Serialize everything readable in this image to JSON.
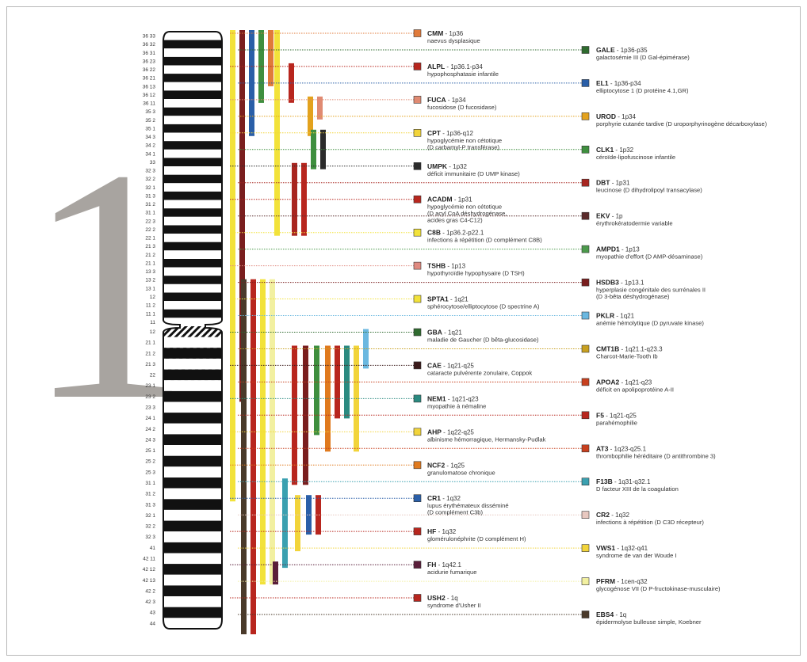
{
  "chromosome": {
    "number": "1",
    "bands": [
      {
        "label": "36 33",
        "type": "white"
      },
      {
        "label": "36 32",
        "type": "black"
      },
      {
        "label": "36 31",
        "type": "white"
      },
      {
        "label": "36 23",
        "type": "black"
      },
      {
        "label": "36 22",
        "type": "white"
      },
      {
        "label": "36 21",
        "type": "black"
      },
      {
        "label": "36 13",
        "type": "white"
      },
      {
        "label": "36 12",
        "type": "black"
      },
      {
        "label": "36 11",
        "type": "white"
      },
      {
        "label": "35 3",
        "type": "black"
      },
      {
        "label": "35 2",
        "type": "white"
      },
      {
        "label": "35 1",
        "type": "black"
      },
      {
        "label": "34 3",
        "type": "white"
      },
      {
        "label": "34 2",
        "type": "black"
      },
      {
        "label": "34 1",
        "type": "white"
      },
      {
        "label": "33",
        "type": "black"
      },
      {
        "label": "32 3",
        "type": "white"
      },
      {
        "label": "32 2",
        "type": "black"
      },
      {
        "label": "32 1",
        "type": "white"
      },
      {
        "label": "31 3",
        "type": "black"
      },
      {
        "label": "31 2",
        "type": "white"
      },
      {
        "label": "31 1",
        "type": "black"
      },
      {
        "label": "22 3",
        "type": "white"
      },
      {
        "label": "22 2",
        "type": "black"
      },
      {
        "label": "22 1",
        "type": "white"
      },
      {
        "label": "21 3",
        "type": "black"
      },
      {
        "label": "21 2",
        "type": "white"
      },
      {
        "label": "21 1",
        "type": "black"
      },
      {
        "label": "13 3",
        "type": "white"
      },
      {
        "label": "13 2",
        "type": "black"
      },
      {
        "label": "13 1",
        "type": "white"
      },
      {
        "label": "12",
        "type": "black"
      },
      {
        "label": "11 2",
        "type": "white"
      },
      {
        "label": "11 1",
        "type": "black"
      },
      {
        "label": "11",
        "type": "white"
      },
      {
        "label": "12",
        "type": "hatch"
      },
      {
        "label": "21 1",
        "type": "white"
      },
      {
        "label": "21 2",
        "type": "black"
      },
      {
        "label": "21 3",
        "type": "white"
      },
      {
        "label": "22",
        "type": "black"
      },
      {
        "label": "23 1",
        "type": "white"
      },
      {
        "label": "23 2",
        "type": "black"
      },
      {
        "label": "23 3",
        "type": "white"
      },
      {
        "label": "24 1",
        "type": "black"
      },
      {
        "label": "24 2",
        "type": "white"
      },
      {
        "label": "24 3",
        "type": "black"
      },
      {
        "label": "25 1",
        "type": "white"
      },
      {
        "label": "25 2",
        "type": "black"
      },
      {
        "label": "25 3",
        "type": "white"
      },
      {
        "label": "31 1",
        "type": "black"
      },
      {
        "label": "31 2",
        "type": "white"
      },
      {
        "label": "31 3",
        "type": "black"
      },
      {
        "label": "32 1",
        "type": "white"
      },
      {
        "label": "32 2",
        "type": "black"
      },
      {
        "label": "32 3",
        "type": "white"
      },
      {
        "label": "41",
        "type": "black"
      },
      {
        "label": "42 11",
        "type": "white"
      },
      {
        "label": "42 12",
        "type": "black"
      },
      {
        "label": "42 13",
        "type": "white"
      },
      {
        "label": "42 2",
        "type": "black"
      },
      {
        "label": "42 3",
        "type": "white"
      },
      {
        "label": "43",
        "type": "black"
      },
      {
        "label": "44",
        "type": "white"
      }
    ]
  },
  "genes": [
    {
      "name": "CMM",
      "locus": "1p36",
      "desc": [
        "naevus dysplasique"
      ],
      "color": "#e07a3a",
      "side": "left"
    },
    {
      "name": "GALE",
      "locus": "1p36-p35",
      "desc": [
        "galactosémie III (D Gal-épimérase)"
      ],
      "color": "#2f6b2f",
      "side": "right"
    },
    {
      "name": "ALPL",
      "locus": "1p36.1-p34",
      "desc": [
        "hypophosphatasie infantile"
      ],
      "color": "#b8261e",
      "side": "left"
    },
    {
      "name": "EL1",
      "locus": "1p36-p34",
      "desc": [
        "elliptocytose 1 (D protéine 4.1,GR)"
      ],
      "color": "#2a5fa8",
      "side": "right"
    },
    {
      "name": "FUCA",
      "locus": "1p34",
      "desc": [
        "fucosidose (D fucosidase)"
      ],
      "color": "#e08a72",
      "side": "left"
    },
    {
      "name": "UROD",
      "locus": "1p34",
      "desc": [
        "porphyrie cutanée tardive (D uroporphyrinogène décarboxylase)"
      ],
      "color": "#e3a21d",
      "side": "right"
    },
    {
      "name": "CPT",
      "locus": "1p36-q12",
      "desc": [
        "hypoglycémie non cétotique",
        "(D carbamyl-P transférase)"
      ],
      "color": "#f2d43a",
      "side": "left"
    },
    {
      "name": "CLK1",
      "locus": "1p32",
      "desc": [
        "céroïde-lipofuscinose infantile"
      ],
      "color": "#3f8f3f",
      "side": "right"
    },
    {
      "name": "UMPK",
      "locus": "1p32",
      "desc": [
        "déficit immunitaire (D UMP kinase)"
      ],
      "color": "#2b2b2b",
      "side": "left"
    },
    {
      "name": "DBT",
      "locus": "1p31",
      "desc": [
        "leucinose (D dihydrolipoyl transacylase)"
      ],
      "color": "#a82620",
      "side": "right"
    },
    {
      "name": "ACADM",
      "locus": "1p31",
      "desc": [
        "hypoglycémie non cétotique",
        "(D acyl CoA déshydrogénase,",
        "acides gras C4-C12)"
      ],
      "color": "#b8261e",
      "side": "left"
    },
    {
      "name": "EKV",
      "locus": "1p",
      "desc": [
        "érythrokératodermie variable"
      ],
      "color": "#5a2a2a",
      "side": "right"
    },
    {
      "name": "C8B",
      "locus": "1p36.2-p22.1",
      "desc": [
        "infections à répétition (D complément C8B)"
      ],
      "color": "#f2e23a",
      "side": "left"
    },
    {
      "name": "AMPD1",
      "locus": "1p13",
      "desc": [
        "myopathie d'effort (D AMP-désaminase)"
      ],
      "color": "#4c9a4c",
      "side": "right"
    },
    {
      "name": "TSHB",
      "locus": "1p13",
      "desc": [
        "hypothyroïdie hypophysaire (D TSH)"
      ],
      "color": "#e08a80",
      "side": "left"
    },
    {
      "name": "HSDB3",
      "locus": "1p13.1",
      "desc": [
        "hyperplasie congénitale des surrénales II",
        "(D 3-bêta déshydrogénase)"
      ],
      "color": "#7a1e1e",
      "side": "right"
    },
    {
      "name": "SPTA1",
      "locus": "1q21",
      "desc": [
        "sphérocytose/elliptocytose (D spectrine A)"
      ],
      "color": "#f2e23a",
      "side": "left"
    },
    {
      "name": "PKLR",
      "locus": "1q21",
      "desc": [
        "anémie hémolytique (D pyruvate kinase)"
      ],
      "color": "#6bb8e0",
      "side": "right"
    },
    {
      "name": "GBA",
      "locus": "1q21",
      "desc": [
        "maladie de Gaucher (D bêta-glucosidase)"
      ],
      "color": "#2f6b2f",
      "side": "left"
    },
    {
      "name": "CMT1B",
      "locus": "1q21.1-q23.3",
      "desc": [
        "Charcot-Marie-Tooth Ib"
      ],
      "color": "#c8a020",
      "side": "right"
    },
    {
      "name": "CAE",
      "locus": "1q21-q25",
      "desc": [
        "cataracte pulvérente zonulaire, Coppok"
      ],
      "color": "#3a1a1a",
      "side": "left"
    },
    {
      "name": "APOA2",
      "locus": "1q21-q23",
      "desc": [
        "déficit en apolipoprotéine A-II"
      ],
      "color": "#c8401e",
      "side": "right"
    },
    {
      "name": "NEM1",
      "locus": "1q21-q23",
      "desc": [
        "myopathie à némaline"
      ],
      "color": "#2a8a80",
      "side": "left"
    },
    {
      "name": "F5",
      "locus": "1q21-q25",
      "desc": [
        "parahémophilie"
      ],
      "color": "#b8261e",
      "side": "right"
    },
    {
      "name": "AHP",
      "locus": "1q22-q25",
      "desc": [
        "albinisme hémorragique, Hermansky-Pudlak"
      ],
      "color": "#f2d43a",
      "side": "left"
    },
    {
      "name": "AT3",
      "locus": "1q23-q25.1",
      "desc": [
        "thrombophilie héréditaire (D antithrombine 3)"
      ],
      "color": "#c8401e",
      "side": "right"
    },
    {
      "name": "NCF2",
      "locus": "1q25",
      "desc": [
        "granulomatose chronique"
      ],
      "color": "#e07a1e",
      "side": "left"
    },
    {
      "name": "F13B",
      "locus": "1q31-q32.1",
      "desc": [
        "D facteur XIII de la coagulation"
      ],
      "color": "#3aa0b0",
      "side": "right"
    },
    {
      "name": "CR1",
      "locus": "1q32",
      "desc": [
        "lupus érythémateux disséminé",
        "(D complément C3b)"
      ],
      "color": "#2a5fa8",
      "side": "left"
    },
    {
      "name": "CR2",
      "locus": "1q32",
      "desc": [
        "infections à répétition (D C3D récepteur)"
      ],
      "color": "#e8c8c0",
      "side": "right"
    },
    {
      "name": "HF",
      "locus": "1q32",
      "desc": [
        "glomérulonéphrite (D complément H)"
      ],
      "color": "#b8261e",
      "side": "left"
    },
    {
      "name": "VWS1",
      "locus": "1q32-q41",
      "desc": [
        "syndrome de van der Woude I"
      ],
      "color": "#f2d43a",
      "side": "right"
    },
    {
      "name": "FH",
      "locus": "1q42.1",
      "desc": [
        "acidurie fumarique"
      ],
      "color": "#5a1e3a",
      "side": "left"
    },
    {
      "name": "PFRM",
      "locus": "1cen-q32",
      "desc": [
        "glycogénose VII (D P-fructokinase-musculaire)"
      ],
      "color": "#f2f0a0",
      "side": "right"
    },
    {
      "name": "USH2",
      "locus": "1q",
      "desc": [
        "syndrome d'Usher II"
      ],
      "color": "#b8261e",
      "side": "left"
    },
    {
      "name": "EBS4",
      "locus": "1q",
      "desc": [
        "épidermolyse bulleuse simple, Koebner"
      ],
      "color": "#4a3a2a",
      "side": "right"
    }
  ]
}
